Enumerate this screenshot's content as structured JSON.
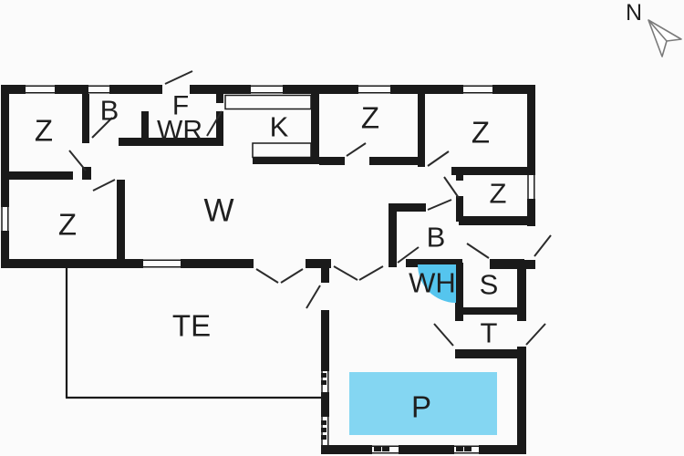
{
  "compass": {
    "label": "N"
  },
  "colors": {
    "wall": "#1a1a1a",
    "door_line": "#2b2b2b",
    "pool": "#84d6f2",
    "whirlpool": "#55c5ee",
    "label_text": "#1f1f1f",
    "background": "#fbfbfb",
    "room_fill": "#ffffff",
    "compass_outline": "#7a7a7a"
  },
  "rooms": [
    {
      "id": "bedroom-top-left",
      "label": "Z"
    },
    {
      "id": "bath-top-left",
      "label": "B"
    },
    {
      "id": "entry-hall",
      "label": "F"
    },
    {
      "id": "washroom",
      "label": "WR"
    },
    {
      "id": "kitchen",
      "label": "K"
    },
    {
      "id": "bedroom-top-mid",
      "label": "Z"
    },
    {
      "id": "bedroom-top-right",
      "label": "Z"
    },
    {
      "id": "bedroom-bottom-left",
      "label": "Z"
    },
    {
      "id": "living-room",
      "label": "W"
    },
    {
      "id": "bedroom-small-right",
      "label": "Z"
    },
    {
      "id": "bath-pool-area",
      "label": "B"
    },
    {
      "id": "whirlpool-room",
      "label": "WH"
    },
    {
      "id": "sauna",
      "label": "S"
    },
    {
      "id": "toilet",
      "label": "T"
    },
    {
      "id": "terrace",
      "label": "TE"
    },
    {
      "id": "pool",
      "label": "P"
    }
  ]
}
